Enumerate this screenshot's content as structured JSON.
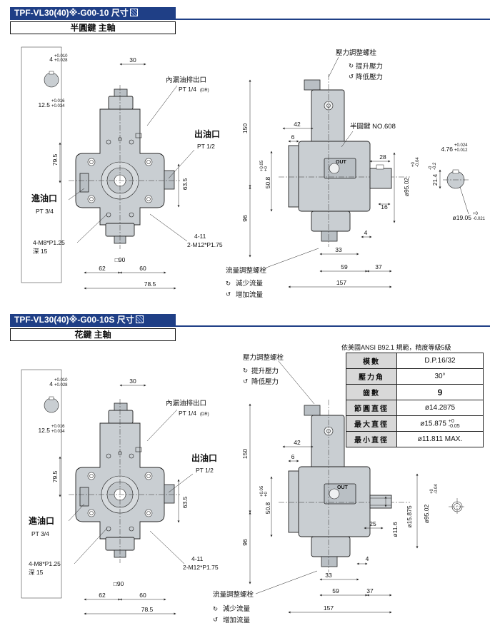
{
  "sec1": {
    "title": "TPF-VL30(40)※-G00-10 尺寸",
    "sub": "半圓鍵 主軸"
  },
  "sec2": {
    "title": "TPF-VL30(40)※-G00-10S 尺寸",
    "sub": "花鍵 主軸"
  },
  "labels": {
    "drain": "內漏油排出口",
    "drain_pt": "PT 1/4",
    "drain_dr": "(DR)",
    "outlet": "出油口",
    "outlet_pt": "PT 1/2",
    "inlet": "進油口",
    "inlet_pt": "PT 3/4",
    "m8": "4-M8*P1.25",
    "depth": "深 15",
    "m12a": "4-11",
    "m12b": "2-M12*P1.75",
    "pres_adj": "壓力調整螺栓",
    "raise": "提升壓力",
    "lower": "降低壓力",
    "flow_adj": "流量調整螺栓",
    "dec": "減少流量",
    "inc": "增加流量",
    "key": "半圓鍵 NO.608",
    "out": "OUT"
  },
  "dims": {
    "d30": "30",
    "d79": "79.5",
    "d63": "63.5",
    "d90": "□90",
    "d62": "62",
    "d60": "60",
    "d78": "78.5",
    "d150": "150",
    "d96": "96",
    "d42": "42",
    "d6": "6",
    "d508": "50.8",
    "d508t1": "+0.05",
    "d508t2": "+0",
    "d28": "28",
    "d16": "16",
    "d4": "4",
    "d33": "33",
    "d59": "59",
    "d37": "37",
    "d157": "157",
    "d9502": "ø95.02",
    "d9502t1": "+0",
    "d9502t2": "-0.04",
    "d4k": "4",
    "d4kt1": "+0.010",
    "d4kt2": "+0.028",
    "d125": "12.5",
    "d125t1": "+0.016",
    "d125t2": "+0.034",
    "d476": "4.76",
    "d476t1": "+0.024",
    "d476t2": "+0.012",
    "d214": "21.4",
    "d214t1": "-0",
    "d214t2": "-0.2",
    "d1905": "ø19.05",
    "d1905t1": "+0",
    "d1905t2": "-0.021",
    "d25": "25",
    "d116": "ø11.6",
    "d15875": "ø15.875"
  },
  "spec": {
    "caption": "依美國ANSI  B92.1 規範，精度等級5級",
    "rows": [
      {
        "k": "模數",
        "v": "D.P.16/32"
      },
      {
        "k": "壓力角",
        "v": "30°"
      },
      {
        "k": "齒數",
        "v": "9"
      },
      {
        "k": "節圓直徑",
        "v": "ø14.2875"
      },
      {
        "k": "最大直徑",
        "v": "ø15.875",
        "t1": "+0",
        "t2": "-0.05"
      },
      {
        "k": "最小直徑",
        "v": "ø11.811 MAX."
      }
    ]
  }
}
